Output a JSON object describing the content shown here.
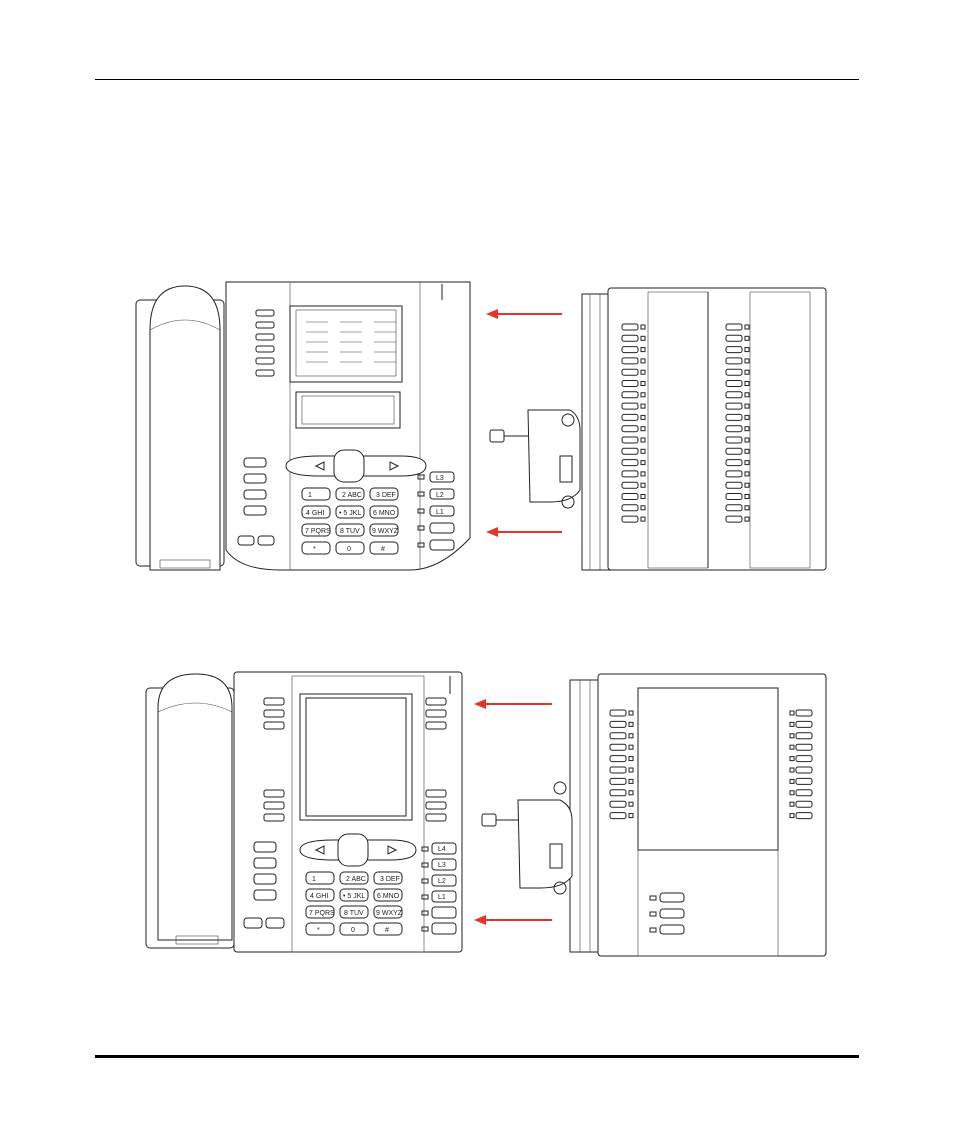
{
  "figure_1": {
    "phone_keys": {
      "dial": [
        "1",
        "2 ABC",
        "3 DEF",
        "4 GHI",
        "• 5 JKL",
        "6 MNO",
        "7 PQRS",
        "8 TUV",
        "9 WXYZ",
        "*",
        "0",
        "#"
      ],
      "line": [
        "L3",
        "L2",
        "L1"
      ]
    }
  },
  "figure_2": {
    "phone_keys": {
      "dial": [
        "1",
        "2 ABC",
        "3 DEF",
        "4 GHI",
        "• 5 JKL",
        "6 MNO",
        "7 PQRS",
        "8 TUV",
        "9 WXYZ",
        "*",
        "0",
        "#"
      ],
      "line": [
        "L4",
        "L3",
        "L2",
        "L1"
      ]
    }
  },
  "colors": {
    "arrow": "#e8352b",
    "line": "#222222"
  }
}
